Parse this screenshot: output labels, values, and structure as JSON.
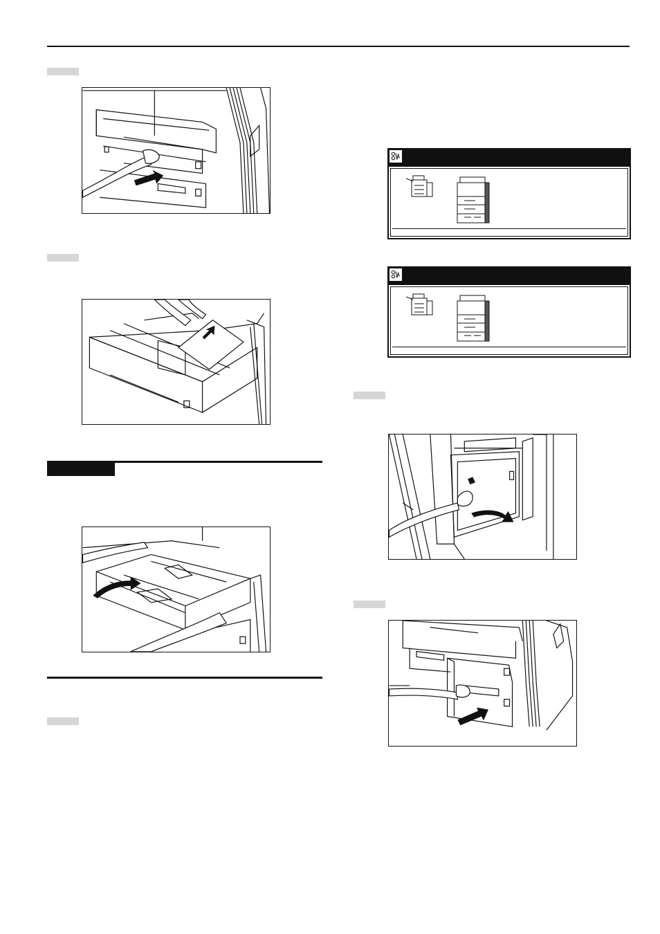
{
  "page": {
    "steps": [
      {
        "id": "step-a",
        "label": ""
      },
      {
        "id": "step-b",
        "label": ""
      },
      {
        "id": "step-c",
        "label": ""
      },
      {
        "id": "step-d",
        "label": ""
      },
      {
        "id": "step-e",
        "label": ""
      }
    ],
    "note_label": "",
    "figures": [
      {
        "id": "figure-pull-drawer",
        "icon": "hand-pulling-drawer-illustration"
      },
      {
        "id": "figure-load-paper",
        "icon": "loading-paper-illustration"
      },
      {
        "id": "figure-remove-drawer",
        "icon": "lifting-drawer-illustration"
      },
      {
        "id": "figure-open-side-cover",
        "icon": "opening-side-cover-illustration"
      },
      {
        "id": "figure-pull-lower-drawer",
        "icon": "pulling-lower-drawer-illustration"
      }
    ],
    "panels": [
      {
        "id": "panel-misfeed-1",
        "icon": "paper-jam-icon",
        "title": ""
      },
      {
        "id": "panel-misfeed-2",
        "icon": "paper-jam-icon",
        "title": ""
      }
    ]
  }
}
